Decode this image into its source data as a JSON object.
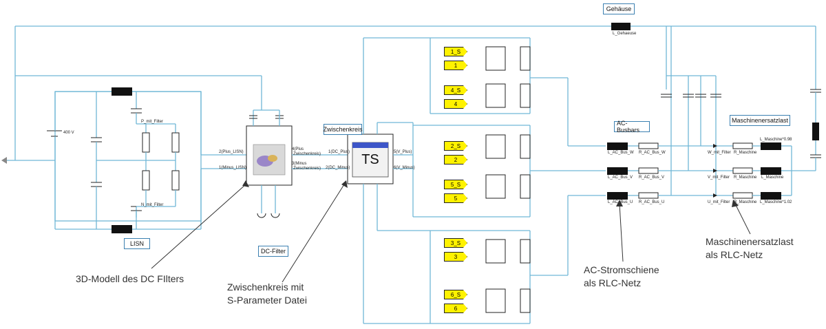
{
  "boxes": {
    "gehaeuse": "Gehäuse",
    "ac_busbars": "AC-Busbars",
    "maschinenersatzlast": "Maschinenersatzlast",
    "zwischenkreis": "Zwischenkreis",
    "lisn": "LISN",
    "dc_filter": "DC-Filter"
  },
  "annotations": {
    "dc_filter_3d": "3D-Modell des DC FIlters",
    "zk_line1": "Zwischenkreis mit",
    "zk_line2": "S-Parameter Datei",
    "ac_line1": "AC-Stromschiene",
    "ac_line2": "als RLC-Netz",
    "m_line1": "Maschinenersatzlast",
    "m_line2": "als RLC-Netz"
  },
  "ts_block": {
    "label": "TS"
  },
  "gate_signals": [
    {
      "top": "1_S",
      "bottom": "1"
    },
    {
      "top": "4_S",
      "bottom": "4"
    },
    {
      "top": "2_S",
      "bottom": "2"
    },
    {
      "top": "5_S",
      "bottom": "5"
    },
    {
      "top": "3_S",
      "bottom": "3"
    },
    {
      "top": "6_S",
      "bottom": "6"
    }
  ],
  "dc_filter_ports": {
    "plus_lisn": "2(Plus_LISN)",
    "minus_lisn": "1(Minus_LISN)",
    "plus_zk": "4(Plus",
    "plus_zk2": "Zwischenkreis)",
    "minus_zk": "3(Minus",
    "minus_zk2": "Zwischenkreis)"
  },
  "zk_ports": {
    "dc_plus": "1(DC_Plus)",
    "dc_minus": "2(DC_Minus)",
    "u_plus": "5(V_Plus)",
    "u_minus": "6(V_Minus)"
  },
  "small_labels": {
    "ac_bus_w": "L_AC_Bus_W",
    "ac_bus_v": "L_AC_Bus_V",
    "ac_bus_u": "L_AC_Bus_U",
    "r_ac_w": "R_AC_Bus_W",
    "r_ac_v": "R_AC_Bus_V",
    "r_ac_u": "R_AC_Bus_U",
    "w_filter": "W_mit_Filter",
    "v_filter": "V_mit_Filter",
    "u_filter": "U_mit_Filter",
    "r_m1": "R_Maschine",
    "r_m2": "R_Maschine",
    "r_m3": "R_Maschine",
    "l_m1": "L_Maschine*0.98",
    "l_m2": "L_Maschine",
    "l_m3": "L_Maschine*1.02",
    "l_gehaeuse": "L_Gehaeuse",
    "p_filter": "P_mit_Filter",
    "n_filter": "N_mit_Filter",
    "v400": "400 V"
  }
}
